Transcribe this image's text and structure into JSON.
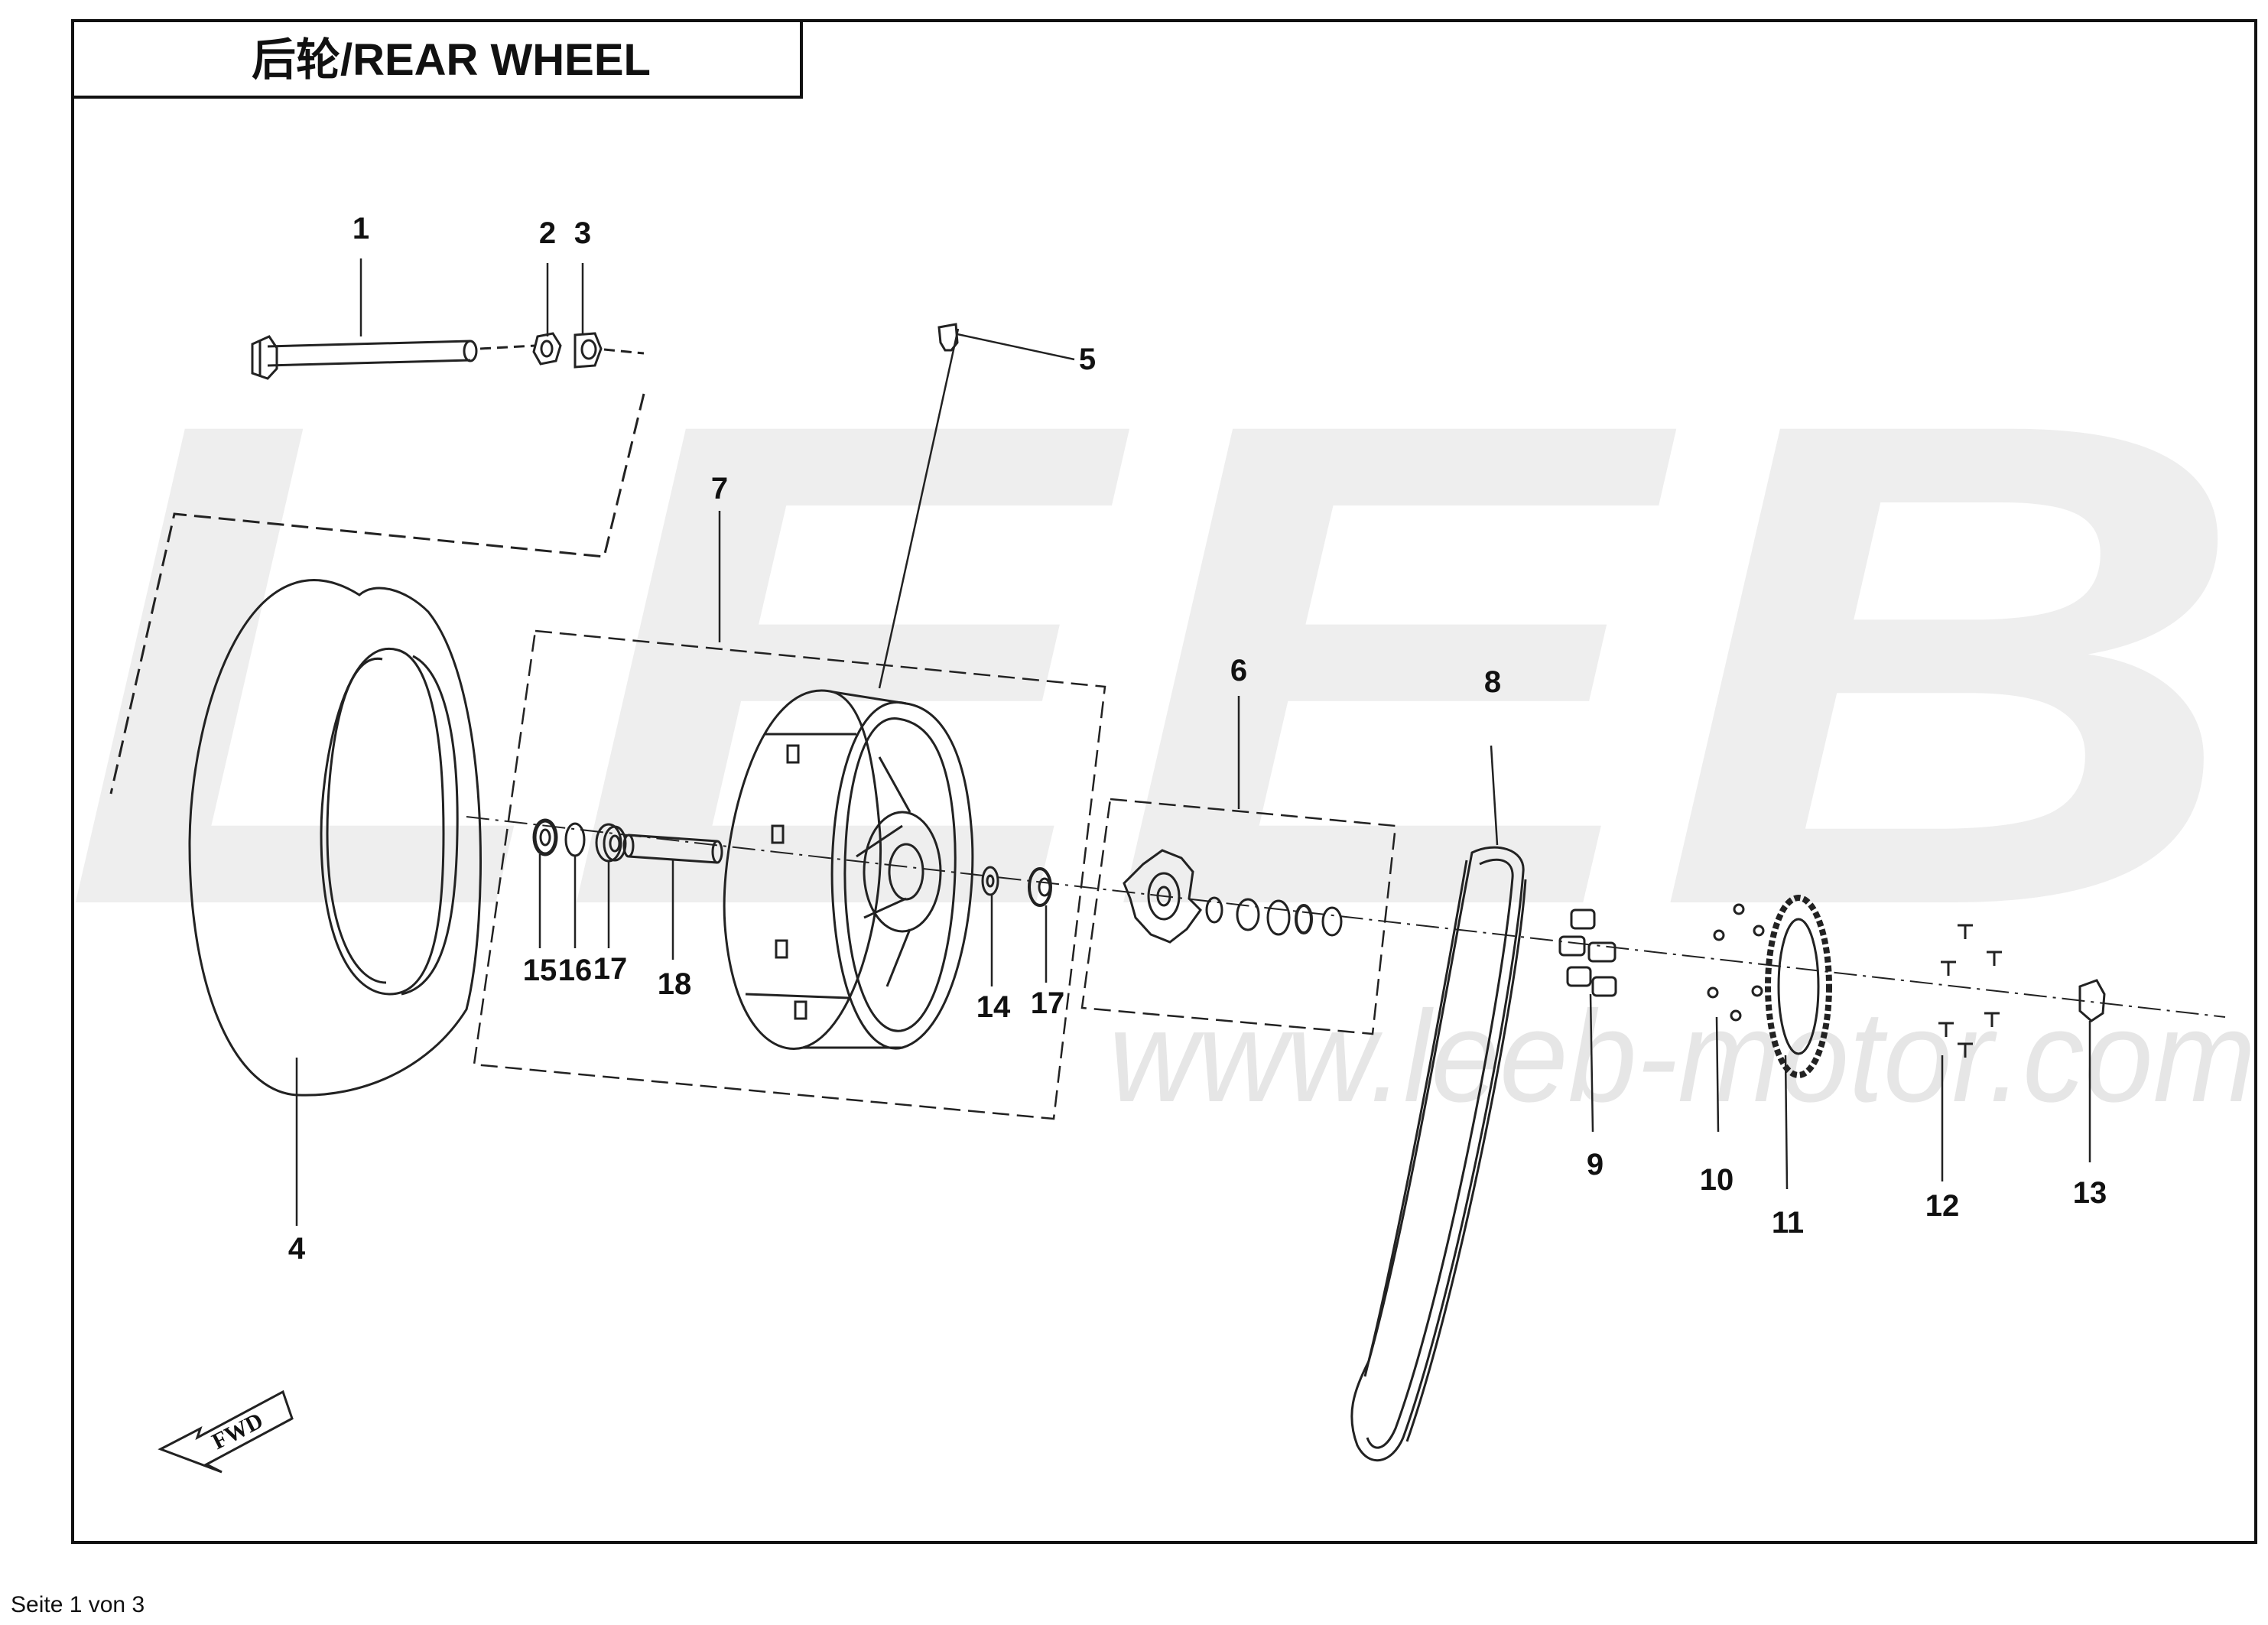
{
  "header": {
    "title": "后轮/REAR WHEEL"
  },
  "watermark": {
    "logo": "LEEB",
    "url": "www.leeb-motor.com"
  },
  "fwd_arrow": {
    "label": "FWD"
  },
  "callouts": {
    "c1": "1",
    "c2": "2",
    "c3": "3",
    "c4": "4",
    "c5": "5",
    "c6": "6",
    "c7": "7",
    "c8": "8",
    "c9": "9",
    "c10": "10",
    "c11": "11",
    "c12": "12",
    "c13": "13",
    "c14": "14",
    "c15": "15",
    "c16": "16",
    "c17a": "17",
    "c17b": "17",
    "c18": "18"
  },
  "footer": {
    "page": "Seite 1 von 3"
  },
  "colors": {
    "line": "#222222",
    "watermark": "#ececec",
    "frame": "#111111"
  }
}
